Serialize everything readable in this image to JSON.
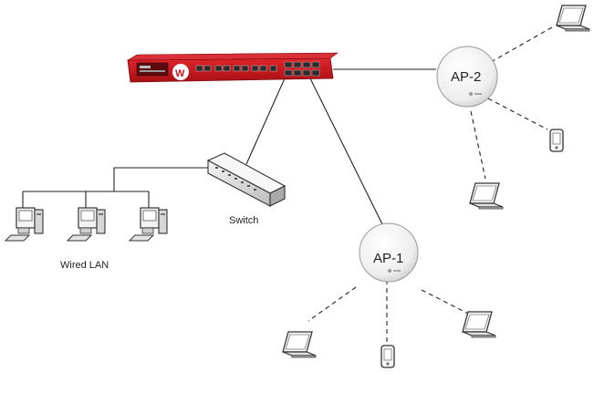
{
  "labels": {
    "ap2": "AP-2",
    "ap1": "AP-1",
    "switch": "Switch",
    "wired_lan": "Wired LAN"
  },
  "colors": {
    "firewall_red": "#c8161d",
    "line": "#222222",
    "ap_fill": "#f1f1f1",
    "device_outline": "#333333"
  },
  "icons": {
    "firewall": "firewall-appliance-icon",
    "switch": "network-switch-icon",
    "access_point": "wireless-access-point-icon",
    "laptop": "laptop-icon",
    "desktop": "desktop-computer-icon",
    "phone": "mobile-phone-icon"
  }
}
